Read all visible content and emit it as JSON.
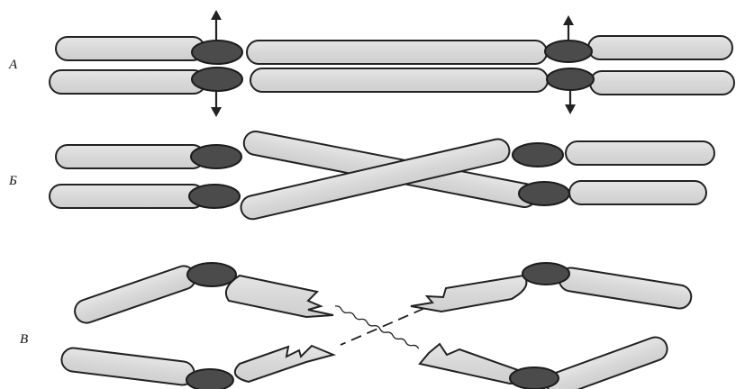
{
  "figure": {
    "panel_labels": [
      "А",
      "Б",
      "В"
    ],
    "colors": {
      "arm_fill": "#dcdcdc",
      "arm_stroke": "#222222",
      "centromere_fill": "#4b4b4b",
      "line": "#222222",
      "background": "#ffffff"
    },
    "icons": {
      "up_arrow": "arrow-up-icon",
      "down_arrow": "arrow-down-icon"
    }
  }
}
